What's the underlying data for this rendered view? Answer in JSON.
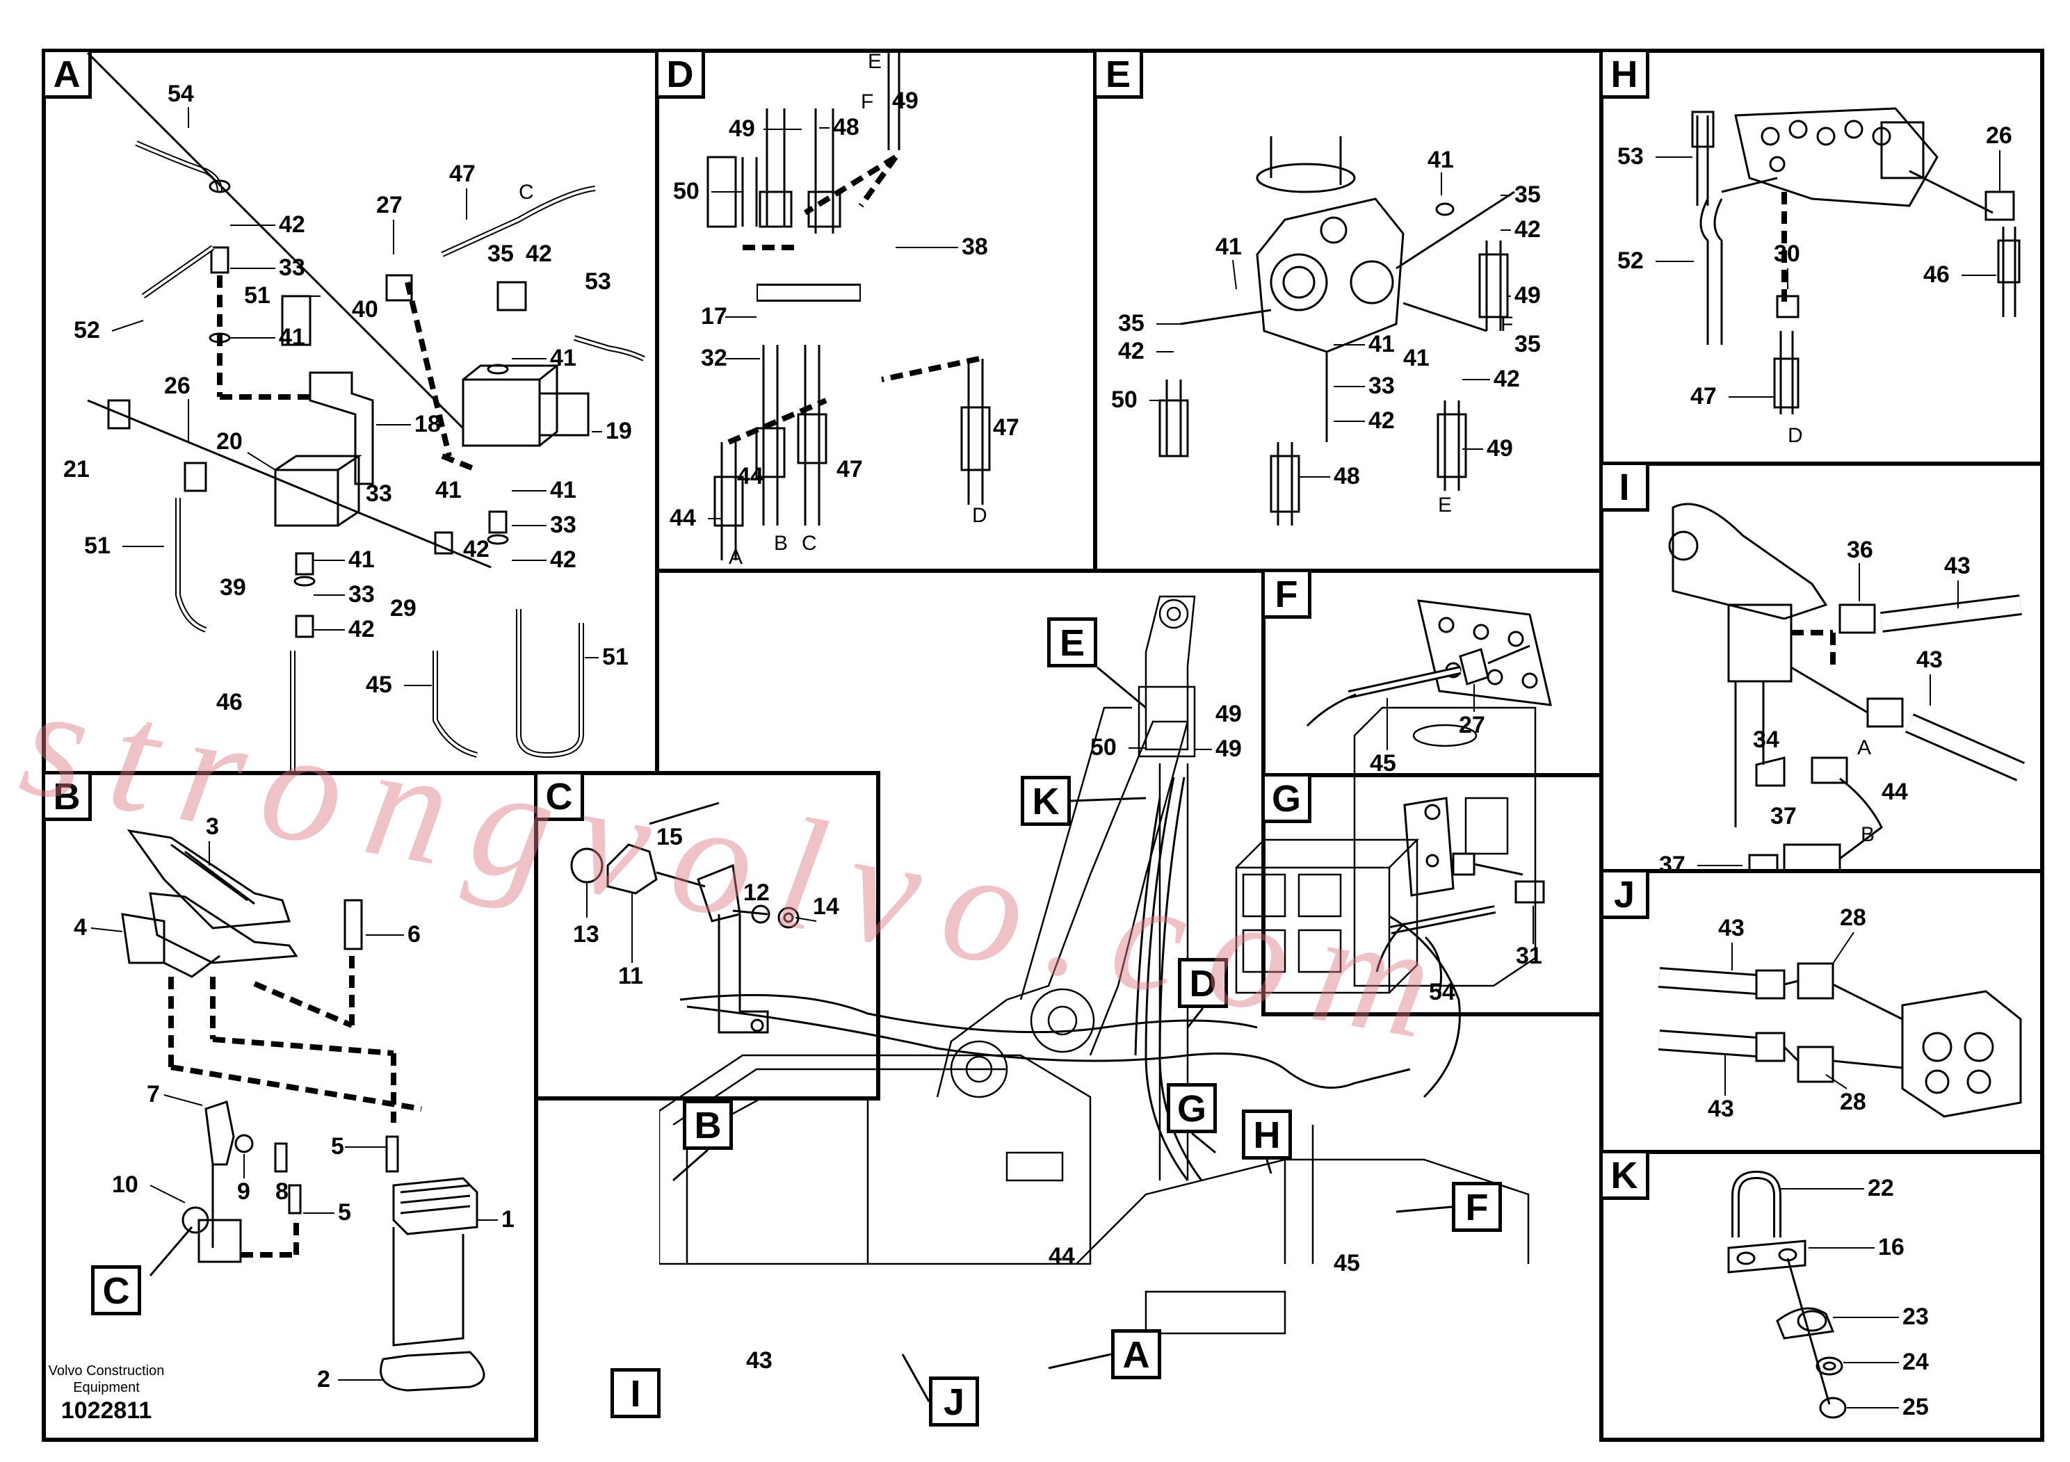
{
  "panels": {
    "A": {
      "tag": "A",
      "parts": [
        "54",
        "42",
        "33",
        "41",
        "52",
        "21",
        "26",
        "20",
        "39",
        "51",
        "27",
        "47",
        "C",
        "51",
        "40",
        "18",
        "35",
        "42",
        "53",
        "41",
        "19",
        "33",
        "41",
        "42",
        "33",
        "42",
        "41",
        "33",
        "42",
        "46",
        "29",
        "45",
        "51"
      ]
    },
    "B": {
      "tag": "B",
      "parts": [
        "3",
        "4",
        "6",
        "7",
        "9",
        "8",
        "10",
        "5",
        "5",
        "1",
        "2"
      ],
      "callout": "C"
    },
    "C": {
      "tag": "C",
      "parts": [
        "15",
        "12",
        "14",
        "13",
        "11"
      ]
    },
    "D": {
      "tag": "D",
      "parts": [
        "F",
        "E",
        "49",
        "48",
        "49",
        "50",
        "38",
        "17",
        "32",
        "47",
        "44",
        "47",
        "44",
        "A",
        "B",
        "C",
        "D"
      ]
    },
    "E": {
      "tag": "E",
      "parts": [
        "41",
        "35",
        "42",
        "41",
        "35",
        "42",
        "50",
        "41",
        "41",
        "35",
        "33",
        "42",
        "42",
        "48",
        "49",
        "49",
        "F",
        "E"
      ]
    },
    "F": {
      "tag": "F",
      "parts": [
        "27",
        "45"
      ]
    },
    "G": {
      "tag": "G",
      "parts": [
        "31",
        "54"
      ]
    },
    "H": {
      "tag": "H",
      "parts": [
        "53",
        "26",
        "52",
        "30",
        "46",
        "47",
        "D"
      ]
    },
    "I": {
      "tag": "I",
      "parts": [
        "36",
        "43",
        "43",
        "34",
        "A",
        "44",
        "37",
        "37",
        "B"
      ]
    },
    "J": {
      "tag": "J",
      "parts": [
        "43",
        "28",
        "43",
        "28"
      ]
    },
    "K": {
      "tag": "K",
      "parts": [
        "22",
        "16",
        "23",
        "24",
        "25"
      ]
    },
    "overview": {
      "callouts": [
        "E",
        "K",
        "D",
        "G",
        "H",
        "B",
        "F",
        "A",
        "I",
        "J"
      ],
      "parts": [
        "49",
        "50",
        "49",
        "44",
        "45",
        "43"
      ]
    }
  },
  "footer": {
    "company": "Volvo Construction Equipment",
    "line1": "Volvo Construction",
    "line2": "Equipment",
    "number": "1022811"
  },
  "watermark": "strongvolvo.com"
}
